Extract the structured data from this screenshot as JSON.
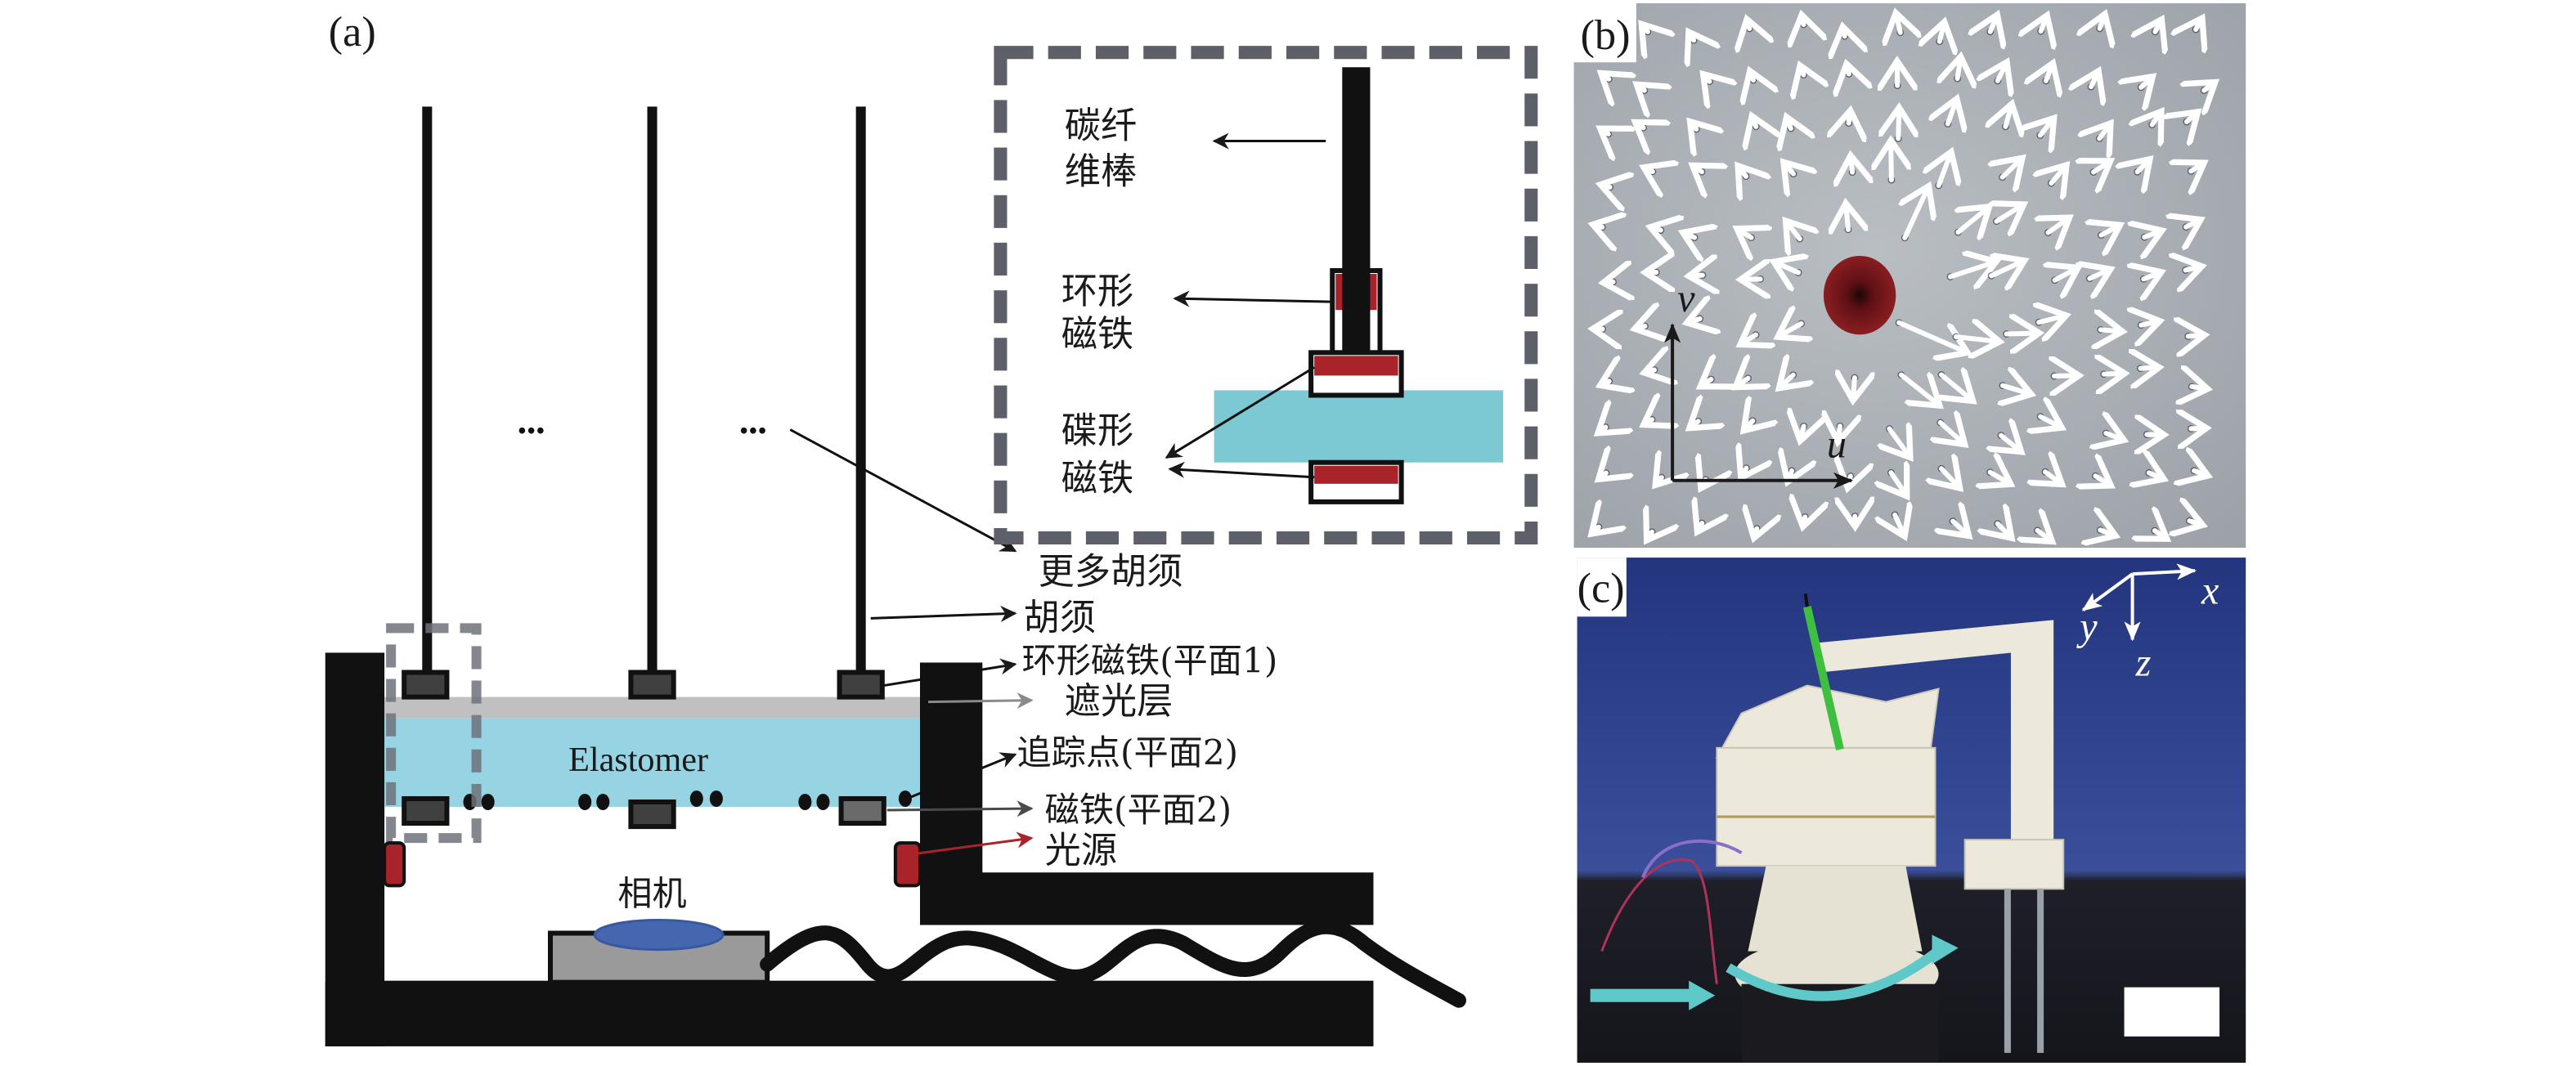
{
  "figure": {
    "panels": [
      {
        "id": "a",
        "label": "(a)",
        "kind": "schematic"
      },
      {
        "id": "b",
        "label": "(b)",
        "kind": "photo-vector-field"
      },
      {
        "id": "c",
        "label": "(c)",
        "kind": "photo-apparatus"
      }
    ]
  },
  "panel_a": {
    "label": "(a)",
    "ellipsis": "•••",
    "elastomer_text": "Elastomer",
    "camera_text": "相机",
    "callouts": {
      "more_whiskers": "更多胡须",
      "whisker": "胡须",
      "ring_magnet_plane1": "环形磁铁(平面1)",
      "light_shield": "遮光层",
      "tracking_points_plane2": "追踪点(平面2)",
      "magnet_plane2": "磁铁(平面2)",
      "light_source": "光源"
    },
    "inset": {
      "carbon_rod_line1": "碳纤",
      "carbon_rod_line2": "维棒",
      "ring_magnet_line1": "环形",
      "ring_magnet_line2": "磁铁",
      "disc_magnet_line1": "碟形",
      "disc_magnet_line2": "磁铁"
    },
    "colors": {
      "frame": "#111111",
      "elastomer": "#97d4e3",
      "shield": "#c0c0c0",
      "magnet_dark": "#404040",
      "magnet_red": "#a8242a",
      "camera_body": "#9a9a9a",
      "camera_lens": "#4567b0",
      "inset_dash": "#5d6068",
      "inset_elastomer": "#7cc8d3",
      "light_arrow": "#a8242a"
    }
  },
  "panel_b": {
    "label": "(b)",
    "axis_u": "u",
    "axis_v": "v",
    "colors": {
      "background": "#a3a8ad",
      "arrow": "#ffffff",
      "press_point": "#7a1a1f"
    }
  },
  "panel_c": {
    "label": "(c)",
    "axis_x": "x",
    "axis_y": "y",
    "axis_z": "z",
    "colors": {
      "backdrop": "#2c3d86",
      "table": "#1b1b22",
      "probe": "#3fbf3f",
      "rotation_arrow": "#5fc8c8",
      "printed_part": "#ece9dc"
    }
  }
}
